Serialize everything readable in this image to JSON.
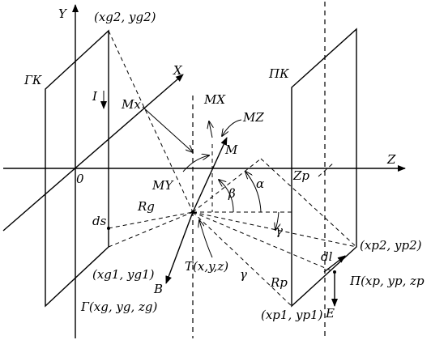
{
  "labels": {
    "axis_y": "Y",
    "axis_x": "X",
    "axis_z": "Z",
    "origin": "0",
    "gk": "ГК",
    "pk": "ПК",
    "current": "I",
    "xg2": "(xg2, yg2)",
    "xg1": "(xg1, yg1)",
    "xp2": "(xp2, yp2)",
    "xp1": "(xp1, yp1)",
    "mx_left": "Mx",
    "mx_top": "MX",
    "mz": "MZ",
    "m": "M",
    "my": "MY",
    "zp": "Zp",
    "alpha": "α",
    "beta": "β",
    "gamma1": "γ",
    "gamma2": "γ",
    "rg": "Rg",
    "rp": "Rp",
    "ds": "ds",
    "dl": "dl",
    "b": "B",
    "e": "E",
    "t_point": "T(x,y,z)",
    "gamma_point": "Г(xg, yg, zg)",
    "pi_point": "П(xp, yp, zp"
  }
}
